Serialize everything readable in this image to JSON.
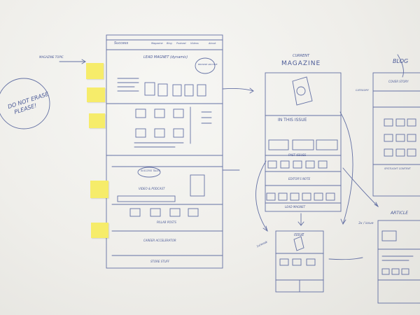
{
  "bubble": {
    "line1": "DO NOT ERASE",
    "line2": "PLEASE!"
  },
  "labels": {
    "magazine_topic": "MAGAZINE TOPIC",
    "lead_magnet": "LEAD MAGNET (dynamic)",
    "browse_archive": "BROWSE ARCHIVE",
    "success_tales": "SUCCESS TALES",
    "video_podcast": "VIDEO & PODCAST",
    "pillar_posts": "PILLAR POSTS",
    "career_accelerator": "CAREER ACCELERATOR",
    "footer": "STORE STUFF",
    "current": "CURRENT",
    "magazine": "MAGAZINE",
    "in_this_issue": "IN THIS ISSUE",
    "past_issues": "PAST ISSUES",
    "editors_note": "EDITOR'S NOTE",
    "lead_magnet_short": "LEAD MAGNET",
    "issue": "ISSUE",
    "blog": "BLOG",
    "cover_story": "COVER STORY",
    "article": "ARTICLE",
    "recent_posts": "SPOTLIGHT CONTENT",
    "category": "CATEGORY",
    "per_issue": "3x / issue",
    "per_week": "1x/week"
  },
  "nav": [
    "Success",
    "Magazine",
    "Blog",
    "Podcast",
    "Videos",
    "About"
  ],
  "sticky_notes": [
    "",
    "",
    "",
    "",
    ""
  ],
  "colors": {
    "ink": "#4b5a97",
    "sticky": "#f6ec6a",
    "board": "#efeeea"
  }
}
